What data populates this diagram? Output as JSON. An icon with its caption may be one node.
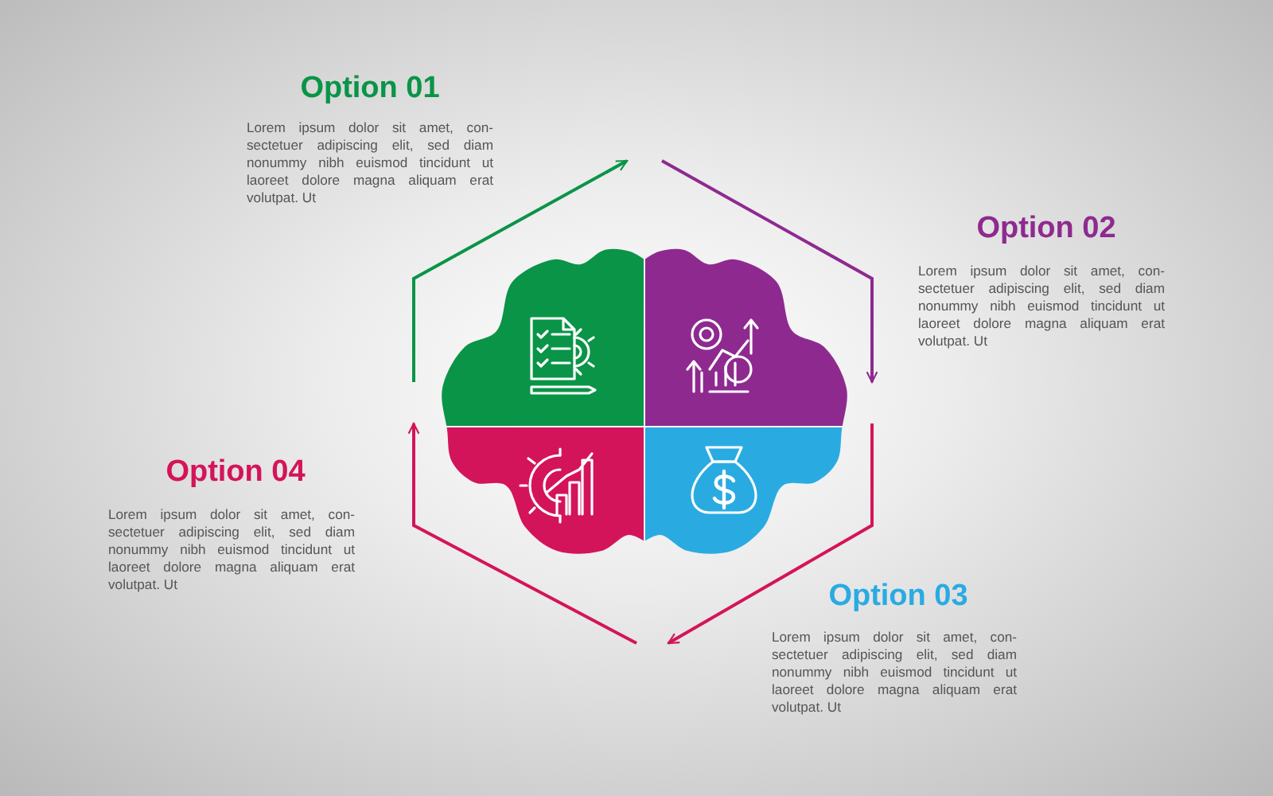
{
  "diagram": {
    "labels": [
      "Option 01",
      "Lorem ipsum dolor sit amet, con- sectetuer adipiscing elit, sed diam nonummy nibh euismod tincidunt ut laoreet dolore magna aliquam erat volutpat. Ut",
      "Option 02",
      "Lorem ipsum dolor sit amet, con- sectetuer adipiscing elit, sed diam nonummy nibh euismod tincidunt ut laoreet dolore magna aliquam erat volutpat. Ut",
      "Option 04",
      "Lorem ipsum dolor sit amet, con- sectetuer adipiscing elit, sed diam nonummy nibh euismod tincidunt ut laoreet dolore magna aliquam erat volutpat. Ut",
      "Option 03",
      "Lorem ipsum dolor sit amet, con- sectetuer adipiscing elit, sed diam nonummy nibh euismod tincidunt ut laoreet dolore magna aliquam erat volutpat. Ut"
    ]
  }
}
